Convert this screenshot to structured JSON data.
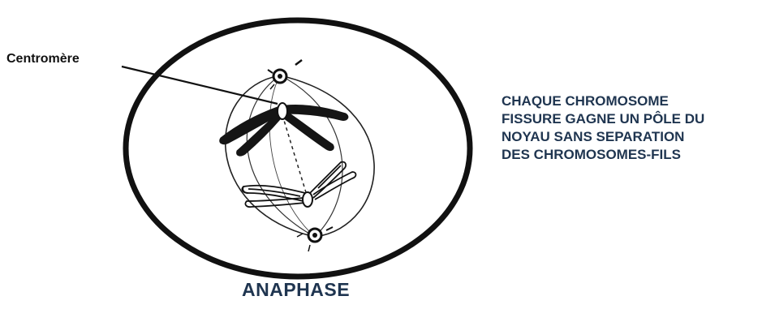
{
  "labels": {
    "centromere": "Centromère",
    "caption_lines": [
      "CHAQUE CHROMOSOME",
      "FISSURE GAGNE UN PÔLE DU",
      "NOYAU SANS SEPARATION",
      "DES  CHROMOSOMES-FILS"
    ],
    "title": "ANAPHASE"
  },
  "colors": {
    "ink": "#111111",
    "caption_text": "#1f3550",
    "background": "#ffffff"
  }
}
